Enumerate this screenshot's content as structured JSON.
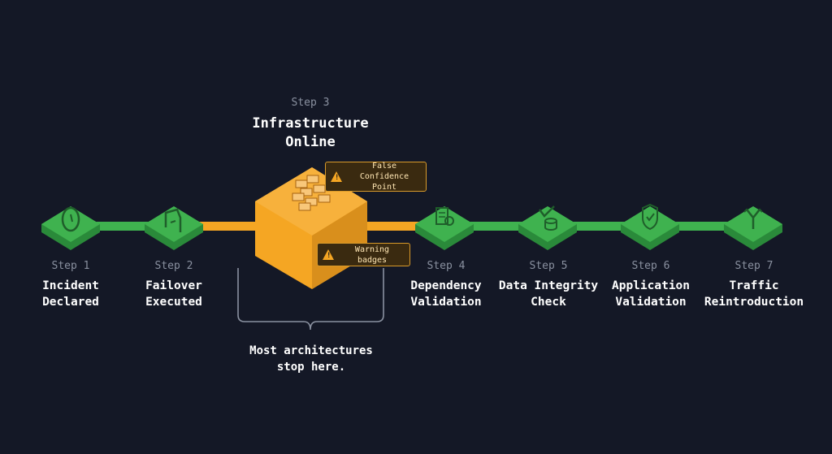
{
  "steps": [
    {
      "num": "Step 1",
      "title_lines": [
        "Incident",
        "Declared"
      ],
      "icon": "clock-icon"
    },
    {
      "num": "Step 2",
      "title_lines": [
        "Failover",
        "Executed"
      ],
      "icon": "reroute-icon"
    },
    {
      "num": "Step 3",
      "title_lines": [
        "Infrastructure",
        "Online"
      ],
      "icon": "server-stack-icon"
    },
    {
      "num": "Step 4",
      "title_lines": [
        "Dependency",
        "Validation"
      ],
      "icon": "checklist-icon"
    },
    {
      "num": "Step 5",
      "title_lines": [
        "Data Integrity",
        "Check"
      ],
      "icon": "database-check-icon"
    },
    {
      "num": "Step 6",
      "title_lines": [
        "Application",
        "Validation"
      ],
      "icon": "shield-check-icon"
    },
    {
      "num": "Step 7",
      "title_lines": [
        "Traffic",
        "Reintroduction"
      ],
      "icon": "traffic-split-icon"
    }
  ],
  "badges": {
    "false_confidence": "False Confidence Point",
    "warning": "Warning badges"
  },
  "brace_note": [
    "Most architectures",
    "stop here."
  ],
  "colors": {
    "background": "#141826",
    "step_green": "#3fb24f",
    "step_green_dark": "#2a8a3a",
    "highlight_orange": "#f5a623",
    "highlight_orange_dark": "#c7831a",
    "line_green": "#3fb24f",
    "line_orange": "#f5a623"
  }
}
